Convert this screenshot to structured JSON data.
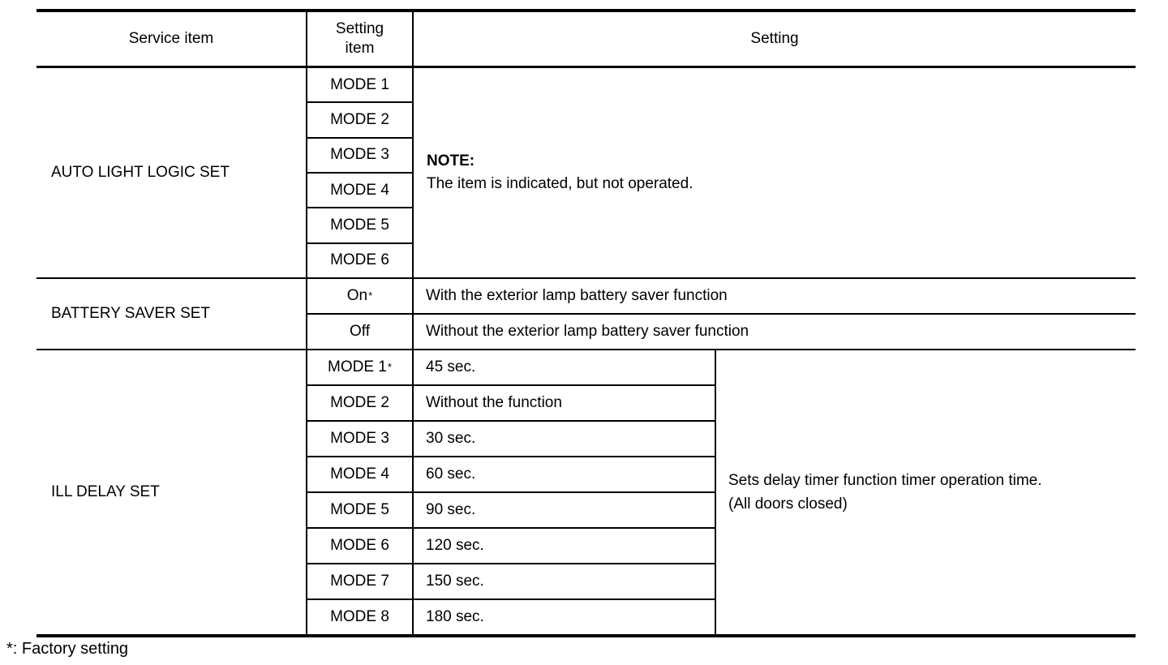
{
  "header": {
    "service_item": "Service item",
    "setting_item": "Setting item",
    "setting": "Setting"
  },
  "sections": [
    {
      "service_item": "AUTO LIGHT LOGIC SET",
      "modes": [
        "MODE 1",
        "MODE 2",
        "MODE 3",
        "MODE 4",
        "MODE 5",
        "MODE 6"
      ],
      "note": {
        "title": "NOTE:",
        "body": "The item is indicated, but not operated."
      }
    },
    {
      "service_item": "BATTERY SAVER SET",
      "rows": [
        {
          "setting_item": "On",
          "marker": "*",
          "setting": "With the exterior lamp battery saver function"
        },
        {
          "setting_item": "Off",
          "setting": "Without the exterior lamp battery saver function"
        }
      ]
    },
    {
      "service_item": "ILL DELAY SET",
      "rows": [
        {
          "setting_item": "MODE 1",
          "marker": "*",
          "setting": "45 sec."
        },
        {
          "setting_item": "MODE 2",
          "setting": "Without the function"
        },
        {
          "setting_item": "MODE 3",
          "setting": "30 sec."
        },
        {
          "setting_item": "MODE 4",
          "setting": "60 sec."
        },
        {
          "setting_item": "MODE 5",
          "setting": "90 sec."
        },
        {
          "setting_item": "MODE 6",
          "setting": "120 sec."
        },
        {
          "setting_item": "MODE 7",
          "setting": "150 sec."
        },
        {
          "setting_item": "MODE 8",
          "setting": "180 sec."
        }
      ],
      "shared_setting": {
        "line1": "Sets delay timer function timer operation time.",
        "line2": "(All doors closed)"
      }
    }
  ],
  "footnote": "*: Factory setting"
}
